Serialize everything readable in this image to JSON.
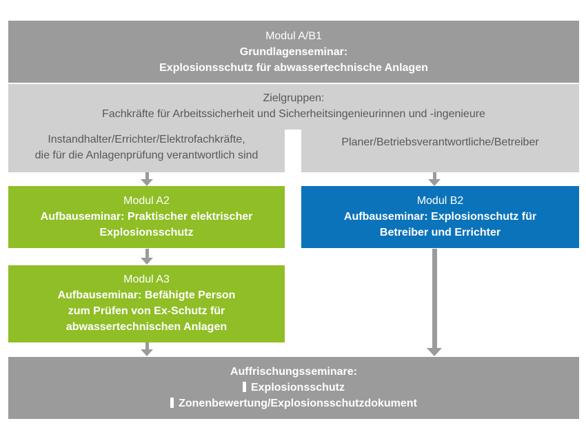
{
  "header": {
    "lines": [
      "Modul A/B1",
      "Grundlagenseminar:",
      "Explosionsschutz für abwassertechnische Anlagen"
    ]
  },
  "target_groups": {
    "title": "Zielgruppen:",
    "subtitle": "Fachkräfte für Arbeitssicherheit und Sicherheitsingenieurinnen und -ingenieure",
    "left_lines": [
      "Instandhalter/Errichter/Elektrofachkräfte,",
      "die für die Anlagenprüfung verantwortlich sind"
    ],
    "right": "Planer/Betriebsverantwortliche/Betreiber"
  },
  "modules": {
    "a2": {
      "title": "Modul A2",
      "desc_lines": [
        "Aufbauseminar: Praktischer elektrischer",
        "Explosionsschutz"
      ]
    },
    "b2": {
      "title": "Modul B2",
      "desc_lines": [
        "Aufbauseminar: Explosionschutz für",
        "Betreiber und Errichter"
      ]
    },
    "a3": {
      "title": "Modul A3",
      "desc_lines": [
        "Aufbauseminar: Befähigte Person",
        "zum Prüfen von Ex-Schutz für",
        "abwassertechnischen Anlagen"
      ]
    }
  },
  "refresher": {
    "title": "Auffrischungsseminare:",
    "items": [
      "Explosionsschutz",
      "Zonenbewertung/Explosionsschutzdokument"
    ]
  },
  "colors": {
    "gray": "#9B9B9B",
    "light_gray": "#D0D0D0",
    "green": "#8FBE26",
    "blue": "#0B73BA",
    "text_dark": "#58585A",
    "text_light": "#FFFFFF"
  }
}
